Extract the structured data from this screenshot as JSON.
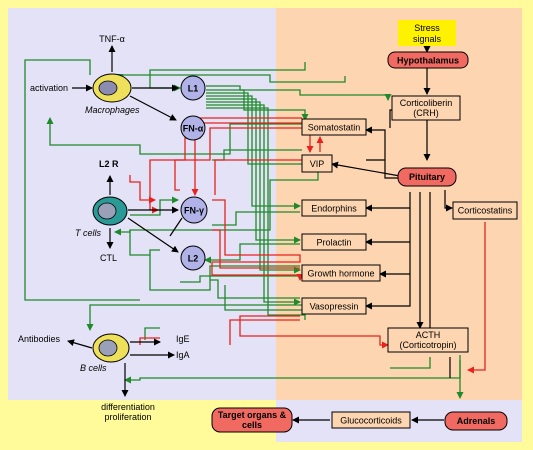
{
  "stress": {
    "line1": "Stress",
    "line2": "signals"
  },
  "hypothalamus": "Hypothalamus",
  "crh": {
    "line1": "Corticoliberin",
    "line2": "(CRH)"
  },
  "pituitary": "Pituitary",
  "corticostatins": "Corticostatins",
  "hormones": {
    "somatostatin": "Somatostatin",
    "vip": "VIP",
    "endorphins": "Endorphins",
    "prolactin": "Prolactin",
    "growth_hormone": "Growth hormone",
    "vasopressin": "Vasopressin"
  },
  "acth": {
    "line1": "ACTH",
    "line2": "(Corticotropin)"
  },
  "adrenals": "Adrenals",
  "glucocorticoids": "Glucocorticoids",
  "target": {
    "line1": "Target organs &",
    "line2": "cells"
  },
  "macrophages": {
    "name": "Macrophages",
    "activation": "activation",
    "tnf": "TNF-α"
  },
  "tcells": {
    "name": "T cells",
    "l2r": "L2 R",
    "ctl": "CTL"
  },
  "bcells": {
    "name": "B cells",
    "antibodies": "Antibodies",
    "ige": "IgE",
    "iga": "IgA",
    "diff1": "differentiation",
    "diff2": "proliferation"
  },
  "cytokines": {
    "l1": "L1",
    "fna": "FN-α",
    "fng": "FN-γ",
    "l2": "L2"
  },
  "colors": {
    "background": "#fffb9a",
    "immune_panel": "#e4e2f6",
    "endocrine_panel": "#fdd5b0",
    "box": "#fdd5b0",
    "organ": "#f06a62",
    "cytokine": "#b1b2e8",
    "green_arrow": "#1f8a2a",
    "red_arrow": "#e8231d"
  }
}
